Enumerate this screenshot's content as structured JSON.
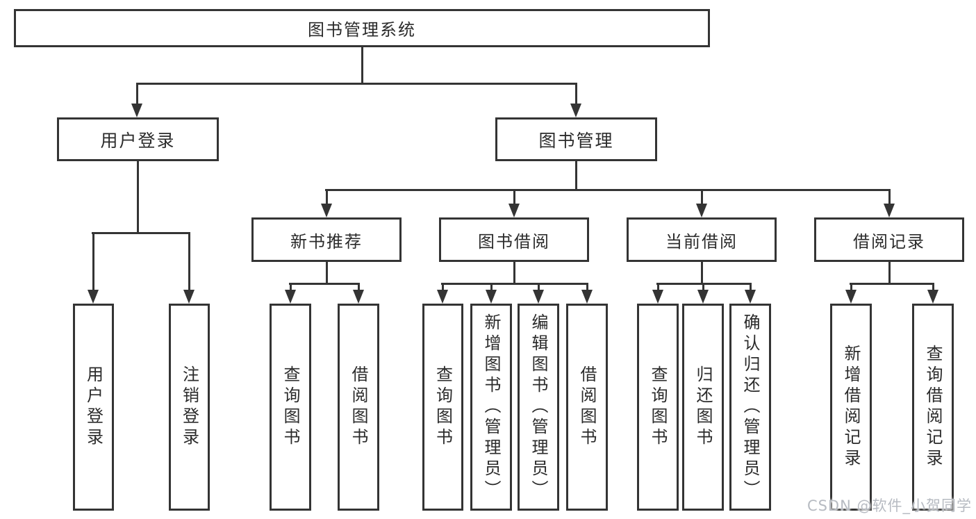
{
  "diagram": {
    "title": "图书管理系统",
    "user_login": {
      "label": "用户登录",
      "children": {
        "login": "用户登录",
        "logout": "注销登录"
      }
    },
    "book_mgmt": {
      "label": "图书管理",
      "new_book": {
        "label": "新书推荐",
        "children": {
          "query": "查询图书",
          "borrow": "借阅图书"
        }
      },
      "book_borrow": {
        "label": "图书借阅",
        "children": {
          "query": "查询图书",
          "add": "新增图书（管理员）",
          "edit": "编辑图书（管理员）",
          "borrow": "借阅图书"
        }
      },
      "current_borrow": {
        "label": "当前借阅",
        "children": {
          "query": "查询图书",
          "return": "归还图书",
          "confirm": "确认归还（管理员）"
        }
      },
      "records": {
        "label": "借阅记录",
        "children": {
          "add": "新增借阅记录",
          "query": "查询借阅记录"
        }
      }
    }
  },
  "watermark": "CSDN @软件_小贺同学",
  "colors": {
    "line": "#343434",
    "text": "#2b2b2b",
    "box_background": "#ffffff",
    "background": "#ffffff",
    "watermark": "#b7bbc2"
  }
}
